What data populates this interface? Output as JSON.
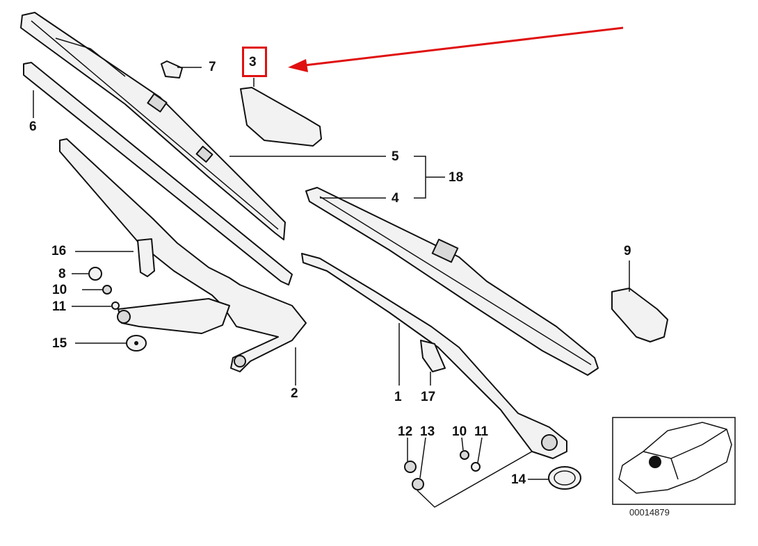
{
  "diagram": {
    "callouts": [
      "1",
      "2",
      "3",
      "4",
      "5",
      "6",
      "7",
      "8",
      "9",
      "10",
      "10",
      "11",
      "11",
      "12",
      "13",
      "14",
      "15",
      "16",
      "17",
      "18"
    ],
    "highlighted_callout": "3",
    "highlight_color": "#e01010",
    "part_number": "00014879"
  }
}
